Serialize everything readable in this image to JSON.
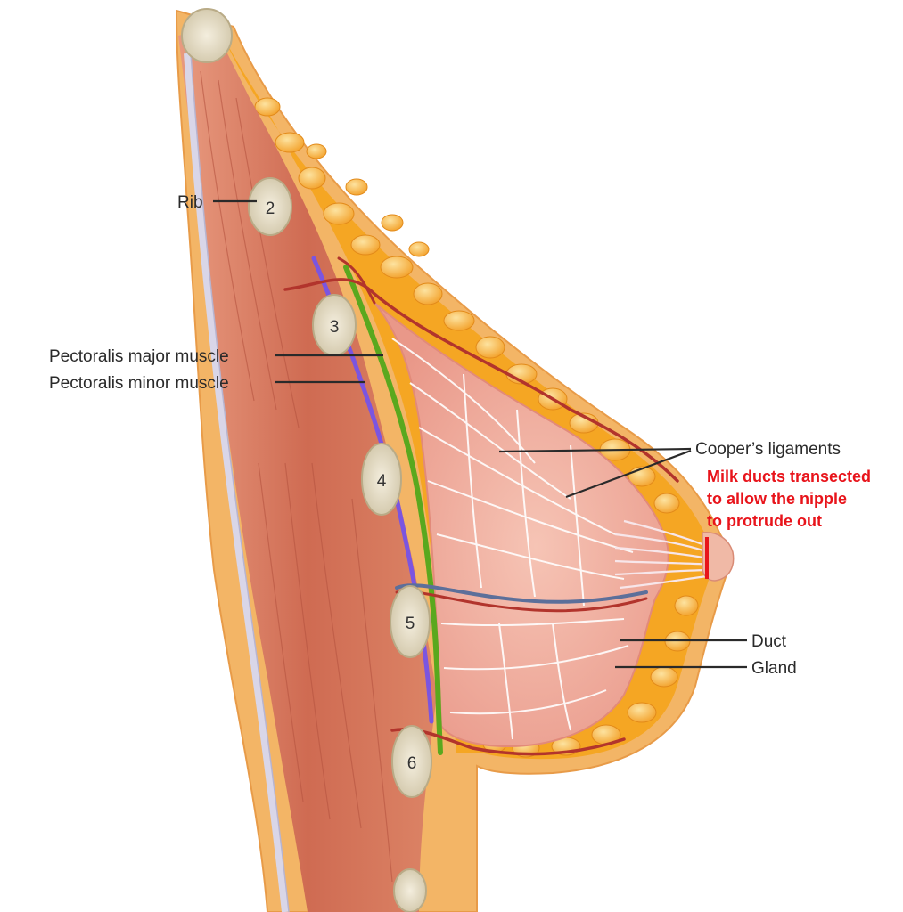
{
  "labels": {
    "rib": "Rib",
    "pectoralis_major": "Pectoralis major muscle",
    "pectoralis_minor": "Pectoralis minor muscle",
    "coopers_ligaments": "Cooper’s ligaments",
    "duct": "Duct",
    "gland": "Gland"
  },
  "annotation": {
    "line1": "Milk ducts transected",
    "line2": "to allow the nipple",
    "line3": "to protrude out"
  },
  "ribs": [
    "2",
    "3",
    "4",
    "5",
    "6"
  ],
  "colors": {
    "skin": "#f3b566",
    "fat": "#f5a623",
    "fat_light": "#fbd27a",
    "gland": "#eea496",
    "gland_line": "#ffffff",
    "muscle": "#cf6b52",
    "rib_bone": "#eee6d2",
    "green_line": "#5aa81e",
    "purple_line": "#7b55e0",
    "red_marker": "#e8141b"
  }
}
